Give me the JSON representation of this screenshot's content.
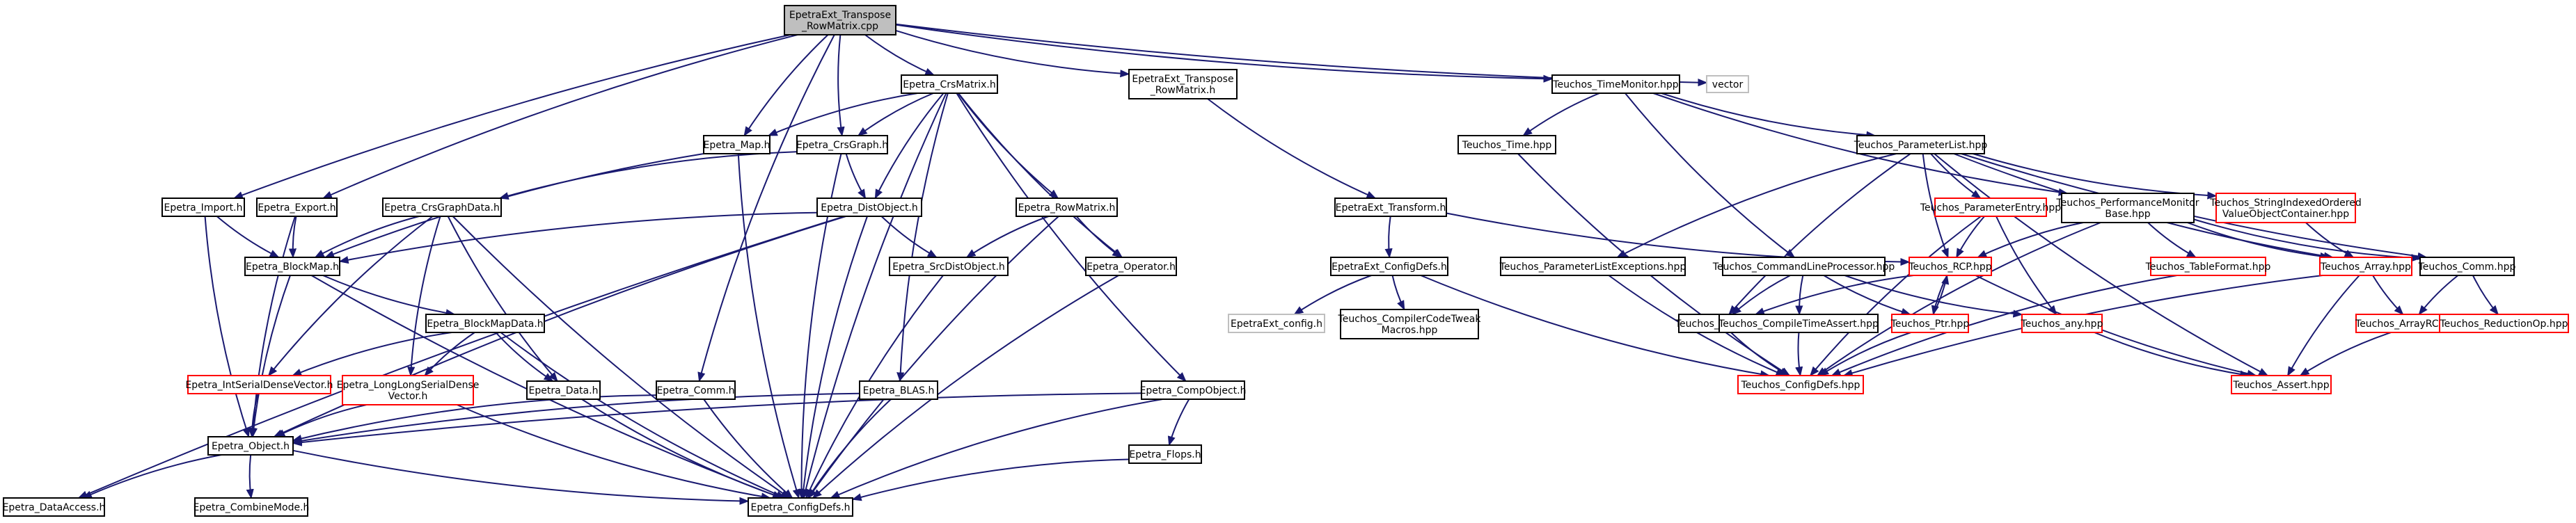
{
  "colors": {
    "edge": "#191970",
    "node_border": "#000000",
    "missing_border": "#ff0000",
    "external_border": "#bfbfbf",
    "root_fill": "#bfbfbf",
    "node_fill": "#ffffff",
    "text": "#000000"
  },
  "nodes": [
    {
      "id": "root",
      "lines": [
        "EpetraExt_Transpose",
        "_RowMatrix.cpp"
      ],
      "kind": "root"
    },
    {
      "id": "crs_matrix",
      "lines": [
        "Epetra_CrsMatrix.h"
      ],
      "kind": "normal"
    },
    {
      "id": "ext_transpose_h",
      "lines": [
        "EpetraExt_Transpose",
        "_RowMatrix.h"
      ],
      "kind": "normal"
    },
    {
      "id": "tm_hpp",
      "lines": [
        "Teuchos_TimeMonitor.hpp"
      ],
      "kind": "normal"
    },
    {
      "id": "vector",
      "lines": [
        "vector"
      ],
      "kind": "external"
    },
    {
      "id": "map_h",
      "lines": [
        "Epetra_Map.h"
      ],
      "kind": "normal"
    },
    {
      "id": "crsgraph_h",
      "lines": [
        "Epetra_CrsGraph.h"
      ],
      "kind": "normal"
    },
    {
      "id": "import_h",
      "lines": [
        "Epetra_Import.h"
      ],
      "kind": "normal"
    },
    {
      "id": "export_h",
      "lines": [
        "Epetra_Export.h"
      ],
      "kind": "normal"
    },
    {
      "id": "crsgraphdata_h",
      "lines": [
        "Epetra_CrsGraphData.h"
      ],
      "kind": "normal"
    },
    {
      "id": "distobject_h",
      "lines": [
        "Epetra_DistObject.h"
      ],
      "kind": "normal"
    },
    {
      "id": "rowmatrix_h",
      "lines": [
        "Epetra_RowMatrix.h"
      ],
      "kind": "normal"
    },
    {
      "id": "blockmap_h",
      "lines": [
        "Epetra_BlockMap.h"
      ],
      "kind": "normal"
    },
    {
      "id": "srcdistobject_h",
      "lines": [
        "Epetra_SrcDistObject.h"
      ],
      "kind": "normal"
    },
    {
      "id": "operator_h",
      "lines": [
        "Epetra_Operator.h"
      ],
      "kind": "normal"
    },
    {
      "id": "blockmapdata_h",
      "lines": [
        "Epetra_BlockMapData.h"
      ],
      "kind": "normal"
    },
    {
      "id": "intserial_h",
      "lines": [
        "Epetra_IntSerialDenseVector.h"
      ],
      "kind": "missing"
    },
    {
      "id": "longlong_h",
      "lines": [
        "Epetra_LongLongSerialDense",
        "Vector.h"
      ],
      "kind": "missing"
    },
    {
      "id": "data_h",
      "lines": [
        "Epetra_Data.h"
      ],
      "kind": "normal"
    },
    {
      "id": "comm_h",
      "lines": [
        "Epetra_Comm.h"
      ],
      "kind": "normal"
    },
    {
      "id": "blas_h",
      "lines": [
        "Epetra_BLAS.h"
      ],
      "kind": "normal"
    },
    {
      "id": "compobject_h",
      "lines": [
        "Epetra_CompObject.h"
      ],
      "kind": "normal"
    },
    {
      "id": "object_h",
      "lines": [
        "Epetra_Object.h"
      ],
      "kind": "normal"
    },
    {
      "id": "flops_h",
      "lines": [
        "Epetra_Flops.h"
      ],
      "kind": "normal"
    },
    {
      "id": "dataaccess_h",
      "lines": [
        "Epetra_DataAccess.h"
      ],
      "kind": "normal"
    },
    {
      "id": "combinemode_h",
      "lines": [
        "Epetra_CombineMode.h"
      ],
      "kind": "normal"
    },
    {
      "id": "epetra_configdefs_h",
      "lines": [
        "Epetra_ConfigDefs.h"
      ],
      "kind": "normal"
    },
    {
      "id": "ext_transform_h",
      "lines": [
        "EpetraExt_Transform.h"
      ],
      "kind": "normal"
    },
    {
      "id": "ext_configdefs_h",
      "lines": [
        "EpetraExt_ConfigDefs.h"
      ],
      "kind": "normal"
    },
    {
      "id": "ext_config_h",
      "lines": [
        "EpetraExt_config.h"
      ],
      "kind": "external"
    },
    {
      "id": "compiler_code_tweak",
      "lines": [
        "Teuchos_CompilerCodeTweak",
        "Macros.hpp"
      ],
      "kind": "normal"
    },
    {
      "id": "teuchos_time",
      "lines": [
        "Teuchos_Time.hpp"
      ],
      "kind": "normal"
    },
    {
      "id": "param_list",
      "lines": [
        "Teuchos_ParameterList.hpp"
      ],
      "kind": "normal"
    },
    {
      "id": "param_list_exc",
      "lines": [
        "Teuchos_ParameterListExceptions.hpp"
      ],
      "kind": "normal"
    },
    {
      "id": "param_entry",
      "lines": [
        "Teuchos_ParameterEntry.hpp"
      ],
      "kind": "missing"
    },
    {
      "id": "perf_monitor",
      "lines": [
        "Teuchos_PerformanceMonitor",
        "Base.hpp"
      ],
      "kind": "normal"
    },
    {
      "id": "string_indexed",
      "lines": [
        "Teuchos_StringIndexedOrdered",
        "ValueObjectContainer.hpp"
      ],
      "kind": "missing"
    },
    {
      "id": "cmd_line",
      "lines": [
        "Teuchos_CommandLineProcessor.hpp"
      ],
      "kind": "normal"
    },
    {
      "id": "rcp",
      "lines": [
        "Teuchos_RCP.hpp"
      ],
      "kind": "missing"
    },
    {
      "id": "table_format",
      "lines": [
        "Teuchos_TableFormat.hpp"
      ],
      "kind": "missing"
    },
    {
      "id": "t_array",
      "lines": [
        "Teuchos_Array.hpp"
      ],
      "kind": "missing"
    },
    {
      "id": "t_comm",
      "lines": [
        "Teuchos_Comm.hpp"
      ],
      "kind": "normal"
    },
    {
      "id": "t_map",
      "lines": [
        "Teuchos_map.hpp"
      ],
      "kind": "normal"
    },
    {
      "id": "compile_time_assert",
      "lines": [
        "Teuchos_CompileTimeAssert.hpp"
      ],
      "kind": "normal"
    },
    {
      "id": "t_ptr",
      "lines": [
        "Teuchos_Ptr.hpp"
      ],
      "kind": "missing"
    },
    {
      "id": "t_any",
      "lines": [
        "Teuchos_any.hpp"
      ],
      "kind": "missing"
    },
    {
      "id": "array_rcp",
      "lines": [
        "Teuchos_ArrayRCP.hpp"
      ],
      "kind": "missing"
    },
    {
      "id": "reduction_op",
      "lines": [
        "Teuchos_ReductionOp.hpp"
      ],
      "kind": "missing"
    },
    {
      "id": "t_configdefs",
      "lines": [
        "Teuchos_ConfigDefs.hpp"
      ],
      "kind": "missing"
    },
    {
      "id": "t_assert",
      "lines": [
        "Teuchos_Assert.hpp"
      ],
      "kind": "missing"
    }
  ],
  "edges": [
    [
      "root",
      "crs_matrix"
    ],
    [
      "root",
      "ext_transpose_h"
    ],
    [
      "root",
      "tm_hpp"
    ],
    [
      "root",
      "vector"
    ],
    [
      "root",
      "map_h"
    ],
    [
      "root",
      "crsgraph_h"
    ],
    [
      "root",
      "import_h"
    ],
    [
      "root",
      "export_h"
    ],
    [
      "root",
      "comm_h"
    ],
    [
      "crs_matrix",
      "map_h"
    ],
    [
      "crs_matrix",
      "crsgraph_h"
    ],
    [
      "crs_matrix",
      "distobject_h"
    ],
    [
      "crs_matrix",
      "rowmatrix_h"
    ],
    [
      "crs_matrix",
      "operator_h"
    ],
    [
      "crs_matrix",
      "blas_h"
    ],
    [
      "crs_matrix",
      "compobject_h"
    ],
    [
      "crs_matrix",
      "epetra_configdefs_h"
    ],
    [
      "map_h",
      "blockmap_h"
    ],
    [
      "map_h",
      "epetra_configdefs_h"
    ],
    [
      "crsgraph_h",
      "crsgraphdata_h"
    ],
    [
      "crsgraph_h",
      "distobject_h"
    ],
    [
      "crsgraph_h",
      "epetra_configdefs_h"
    ],
    [
      "import_h",
      "blockmap_h"
    ],
    [
      "import_h",
      "object_h"
    ],
    [
      "export_h",
      "blockmap_h"
    ],
    [
      "export_h",
      "object_h"
    ],
    [
      "crsgraphdata_h",
      "blockmap_h"
    ],
    [
      "crsgraphdata_h",
      "intserial_h"
    ],
    [
      "crsgraphdata_h",
      "longlong_h"
    ],
    [
      "crsgraphdata_h",
      "data_h"
    ],
    [
      "crsgraphdata_h",
      "epetra_configdefs_h"
    ],
    [
      "distobject_h",
      "blockmap_h"
    ],
    [
      "distobject_h",
      "srcdistobject_h"
    ],
    [
      "distobject_h",
      "object_h"
    ],
    [
      "distobject_h",
      "dataaccess_h"
    ],
    [
      "distobject_h",
      "epetra_configdefs_h"
    ],
    [
      "rowmatrix_h",
      "srcdistobject_h"
    ],
    [
      "rowmatrix_h",
      "operator_h"
    ],
    [
      "rowmatrix_h",
      "epetra_configdefs_h"
    ],
    [
      "blockmap_h",
      "blockmapdata_h"
    ],
    [
      "blockmap_h",
      "object_h"
    ],
    [
      "blockmap_h",
      "epetra_configdefs_h"
    ],
    [
      "srcdistobject_h",
      "epetra_configdefs_h"
    ],
    [
      "operator_h",
      "epetra_configdefs_h"
    ],
    [
      "blockmapdata_h",
      "intserial_h"
    ],
    [
      "blockmapdata_h",
      "longlong_h"
    ],
    [
      "blockmapdata_h",
      "data_h"
    ],
    [
      "blockmapdata_h",
      "epetra_configdefs_h"
    ],
    [
      "intserial_h",
      "object_h"
    ],
    [
      "longlong_h",
      "object_h"
    ],
    [
      "longlong_h",
      "epetra_configdefs_h"
    ],
    [
      "data_h",
      "epetra_configdefs_h"
    ],
    [
      "comm_h",
      "object_h"
    ],
    [
      "comm_h",
      "epetra_configdefs_h"
    ],
    [
      "blas_h",
      "object_h"
    ],
    [
      "blas_h",
      "epetra_configdefs_h"
    ],
    [
      "compobject_h",
      "object_h"
    ],
    [
      "compobject_h",
      "flops_h"
    ],
    [
      "compobject_h",
      "epetra_configdefs_h"
    ],
    [
      "flops_h",
      "epetra_configdefs_h"
    ],
    [
      "object_h",
      "dataaccess_h"
    ],
    [
      "object_h",
      "combinemode_h"
    ],
    [
      "object_h",
      "epetra_configdefs_h"
    ],
    [
      "ext_transpose_h",
      "ext_transform_h"
    ],
    [
      "ext_transform_h",
      "ext_configdefs_h"
    ],
    [
      "ext_transform_h",
      "rcp"
    ],
    [
      "ext_configdefs_h",
      "ext_config_h"
    ],
    [
      "ext_configdefs_h",
      "compiler_code_tweak"
    ],
    [
      "ext_configdefs_h",
      "t_configdefs"
    ],
    [
      "tm_hpp",
      "teuchos_time"
    ],
    [
      "tm_hpp",
      "param_list"
    ],
    [
      "tm_hpp",
      "perf_monitor"
    ],
    [
      "tm_hpp",
      "cmd_line"
    ],
    [
      "teuchos_time",
      "t_configdefs"
    ],
    [
      "param_list",
      "param_list_exc"
    ],
    [
      "param_list",
      "param_entry"
    ],
    [
      "param_list",
      "string_indexed"
    ],
    [
      "param_list",
      "rcp"
    ],
    [
      "param_list",
      "t_map"
    ],
    [
      "param_list",
      "t_array"
    ],
    [
      "param_list",
      "t_comm"
    ],
    [
      "param_list",
      "t_assert"
    ],
    [
      "param_entry",
      "rcp"
    ],
    [
      "param_entry",
      "t_any"
    ],
    [
      "param_entry",
      "t_configdefs"
    ],
    [
      "param_list_exc",
      "t_configdefs"
    ],
    [
      "perf_monitor",
      "rcp"
    ],
    [
      "perf_monitor",
      "table_format"
    ],
    [
      "perf_monitor",
      "t_array"
    ],
    [
      "perf_monitor",
      "t_comm"
    ],
    [
      "perf_monitor",
      "t_configdefs"
    ],
    [
      "string_indexed",
      "t_array"
    ],
    [
      "cmd_line",
      "t_map"
    ],
    [
      "cmd_line",
      "compile_time_assert"
    ],
    [
      "cmd_line",
      "t_ptr"
    ],
    [
      "cmd_line",
      "t_any"
    ],
    [
      "rcp",
      "t_map"
    ],
    [
      "rcp",
      "t_ptr"
    ],
    [
      "rcp",
      "t_assert"
    ],
    [
      "t_ptr",
      "rcp"
    ],
    [
      "t_ptr",
      "t_configdefs"
    ],
    [
      "t_map",
      "t_configdefs"
    ],
    [
      "compile_time_assert",
      "t_configdefs"
    ],
    [
      "t_any",
      "t_assert"
    ],
    [
      "table_format",
      "t_configdefs"
    ],
    [
      "t_array",
      "array_rcp"
    ],
    [
      "t_array",
      "t_assert"
    ],
    [
      "t_array",
      "t_configdefs"
    ],
    [
      "t_comm",
      "array_rcp"
    ],
    [
      "t_comm",
      "reduction_op"
    ],
    [
      "array_rcp",
      "t_assert"
    ]
  ]
}
